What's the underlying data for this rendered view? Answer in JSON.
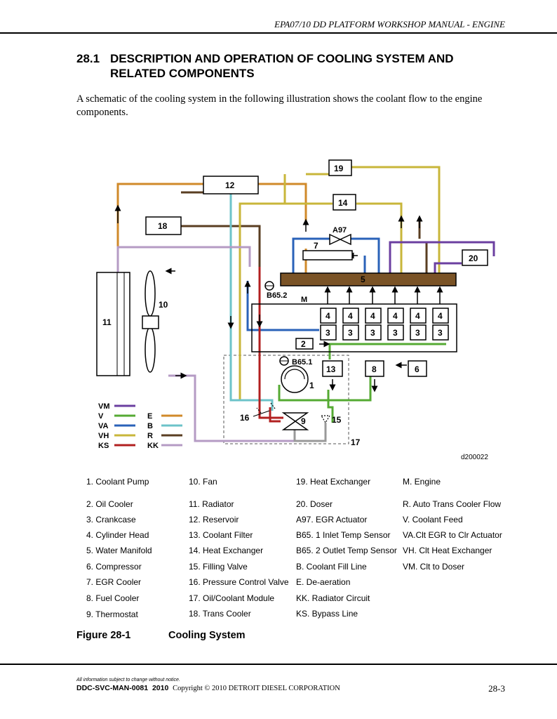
{
  "header": {
    "manual_title": "EPA07/10 DD PLATFORM WORKSHOP MANUAL - ENGINE"
  },
  "section": {
    "number": "28.1",
    "title": "DESCRIPTION AND OPERATION OF COOLING SYSTEM AND RELATED COMPONENTS",
    "intro": "A schematic of the cooling system in the following illustration shows the coolant flow to the engine components."
  },
  "diagram": {
    "image_id": "d200022",
    "box_labels": {
      "heat_exchanger_19": "19",
      "reservoir_12": "12",
      "heat_exchanger_14": "14",
      "trans_cooler_18": "18",
      "doser_20": "20",
      "egr_cooler_7": "7",
      "water_manifold_5": "5",
      "engine_m": "M",
      "radiator_11": "11",
      "fan_10": "10",
      "valve_a97": "A97",
      "sensor_b652": "B65.2",
      "sensor_b651": "B65.1",
      "crankcase_2": "2",
      "cylinder_head_4": "4",
      "crankcase_3": "3",
      "coolant_filter_13": "13",
      "fuel_cooler_8": "8",
      "compressor_6": "6",
      "coolant_pump_1": "1",
      "thermostat_9": "9",
      "pressure_valve_16": "16",
      "filling_valve_15": "15",
      "module_17": "17"
    },
    "line_legend": [
      {
        "code": "VM",
        "color": "#6b3fa0"
      },
      {
        "code": "V",
        "color": "#55aa33"
      },
      {
        "code": "VA",
        "color": "#2a62b8"
      },
      {
        "code": "VH",
        "color": "#c8b63a"
      },
      {
        "code": "KS",
        "color": "#b22020"
      },
      {
        "code": "E",
        "color": "#d08a2a"
      },
      {
        "code": "B",
        "color": "#6cc3c9"
      },
      {
        "code": "R",
        "color": "#5a3e22"
      },
      {
        "code": "KK",
        "color": "#b59bc4"
      }
    ]
  },
  "legend_columns": [
    [
      "1. Coolant Pump",
      "2. Oil Cooler",
      "3. Crankcase",
      "4. Cylinder Head",
      "5. Water Manifold",
      "6. Compressor",
      "7. EGR Cooler",
      "8. Fuel Cooler",
      "9. Thermostat"
    ],
    [
      "10. Fan",
      "11. Radiator",
      "12. Reservoir",
      "13. Coolant Filter",
      "14. Heat Exchanger",
      "15. Filling Valve",
      "16. Pressure Control Valve",
      "17. Oil/Coolant Module",
      "18. Trans Cooler"
    ],
    [
      "19. Heat Exchanger",
      "20. Doser",
      "A97. EGR Actuator",
      "B65. 1 Inlet Temp Sensor",
      "B65. 2 Outlet Temp Sensor",
      "B. Coolant Fill Line",
      "E. De-aeration",
      "KK. Radiator Circuit",
      "KS. Bypass Line"
    ],
    [
      "M. Engine",
      "R. Auto Trans Cooler Flow",
      "V. Coolant Feed",
      "VA.Clt EGR to Clr Actuator",
      "VH. Clt Heat Exchanger",
      "VM. Clt to Doser"
    ]
  ],
  "figure": {
    "number": "Figure 28-1",
    "caption": "Cooling System"
  },
  "footer": {
    "notice": "All information subject to change without notice.",
    "doc_number": "DDC-SVC-MAN-0081",
    "year": "2010",
    "copyright": "Copyright © 2010 DETROIT DIESEL CORPORATION",
    "page_number": "28-3"
  }
}
